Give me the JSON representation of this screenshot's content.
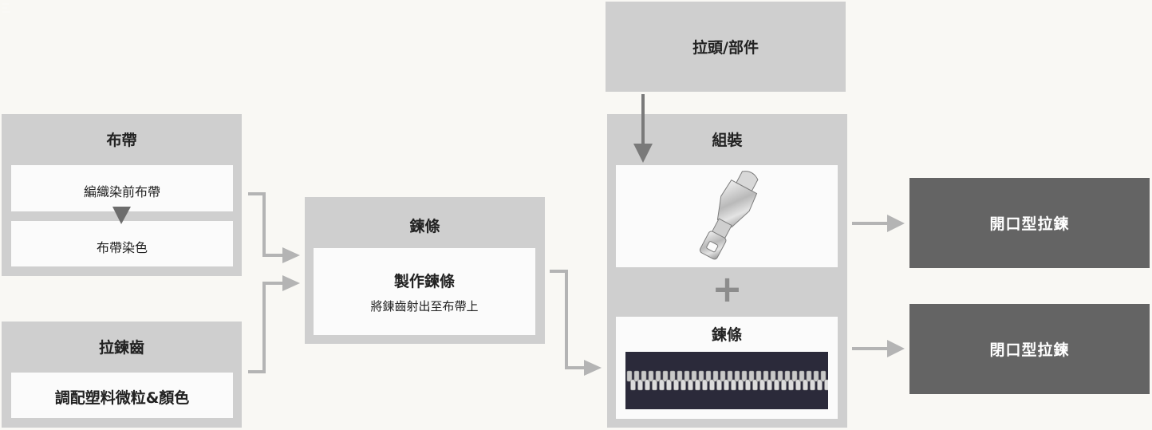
{
  "fabric_tape": {
    "title": "布帶",
    "step1": "編織染前布帶",
    "step2": "布帶染色"
  },
  "zipper_teeth": {
    "title": "拉鍊齒",
    "step": "調配塑料微粒&顏色"
  },
  "chain": {
    "title": "鍊條",
    "step_main": "製作鍊條",
    "step_sub": "將鍊齒射出至布帶上"
  },
  "slider_parts": {
    "title": "拉頭/部件"
  },
  "assembly": {
    "title": "組裝",
    "plus": "+",
    "chain_label": "鍊條"
  },
  "outputs": {
    "open_end": "開口型拉鍊",
    "closed_end": "閉口型拉鍊"
  },
  "icons": [
    "triangle-down-icon",
    "arrow-right-icon",
    "arrow-down-icon",
    "plus-icon",
    "zipper-slider-image",
    "zipper-chain-image"
  ],
  "colors": {
    "background": "#f9f8f4",
    "panel_gray": "#cfcfcf",
    "box_white": "#fbfbfb",
    "output_dark": "#646464",
    "arrow_gray": "#b4b4b4",
    "arrow_dark": "#7a7a7a"
  }
}
